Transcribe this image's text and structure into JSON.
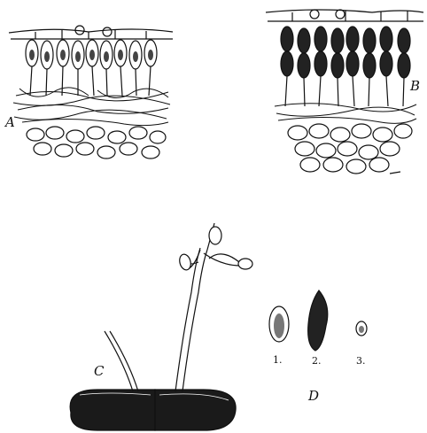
{
  "figure": {
    "panel_labels": {
      "a": "A",
      "b": "B",
      "c": "C",
      "d": "D"
    },
    "spore_labels": [
      "1.",
      "2.",
      "3."
    ]
  },
  "colors": {
    "ink": "#111111",
    "paper": "#ffffff"
  }
}
